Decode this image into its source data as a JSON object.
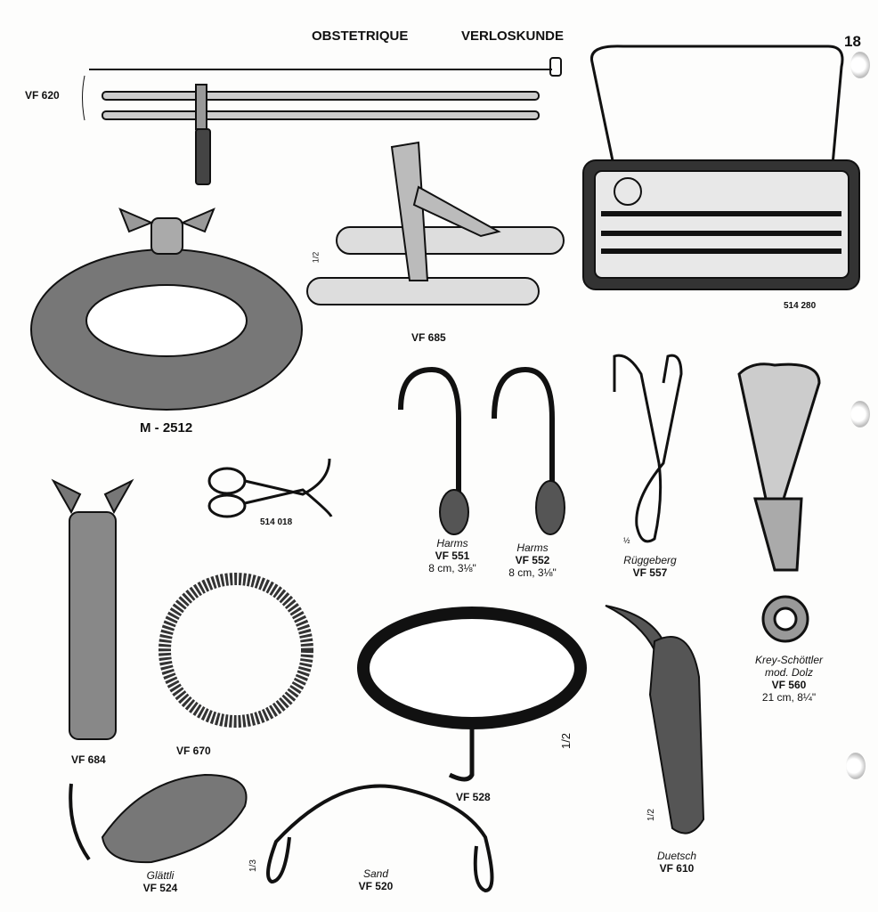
{
  "header": {
    "title_fr": "OBSTETRIQUE",
    "title_nl": "VERLOSKUNDE",
    "page_number": "18"
  },
  "items": {
    "vf620": {
      "code": "VF 620"
    },
    "case": {
      "code": "514 280"
    },
    "m2512": {
      "code": "M - 2512"
    },
    "vf685": {
      "code": "VF 685",
      "scale": "1/2"
    },
    "s514018": {
      "code": "514 018"
    },
    "vf551": {
      "name": "Harms",
      "code": "VF 551",
      "size": "8 cm, 3⅛\""
    },
    "vf552": {
      "name": "Harms",
      "code": "VF 552",
      "size": "8 cm, 3⅛\""
    },
    "vf557": {
      "name": "Rüggeberg",
      "code": "VF 557",
      "scale": "½"
    },
    "vf560": {
      "name": "Krey-Schöttler",
      "name2": "mod. Dolz",
      "code": "VF 560",
      "size": "21 cm, 8¼\""
    },
    "vf684": {
      "code": "VF 684"
    },
    "vf670": {
      "code": "VF 670"
    },
    "vf528": {
      "code": "VF 528",
      "scale": "1/2"
    },
    "vf610": {
      "name": "Duetsch",
      "code": "VF 610",
      "scale": "1/2"
    },
    "vf524": {
      "name": "Glättli",
      "code": "VF 524"
    },
    "vf520": {
      "name": "Sand",
      "code": "VF 520",
      "scale": "1/3"
    }
  }
}
